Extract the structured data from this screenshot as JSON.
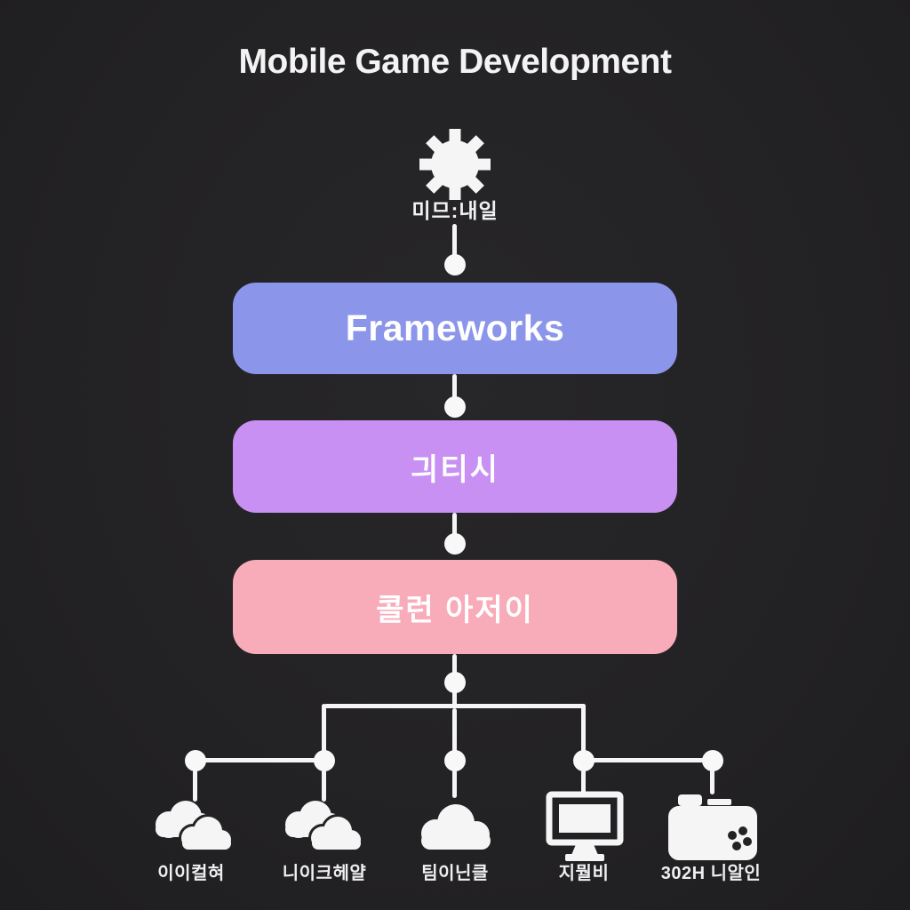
{
  "title": "Mobile Game Development",
  "root_node": {
    "icon": "gear-icon",
    "label": "미므:내일"
  },
  "boxes": [
    {
      "label": "Frameworks",
      "color": "#8b95e9"
    },
    {
      "label": "긔티시",
      "color": "#c890f2"
    },
    {
      "label": "콜런 아저이",
      "color": "#f8abb9"
    }
  ],
  "leaves": [
    {
      "icon": "cloud-double-icon",
      "label": "이이컬혀"
    },
    {
      "icon": "cloud-double-icon",
      "label": "니이크헤얄"
    },
    {
      "icon": "cloud-icon",
      "label": "팀이닌클"
    },
    {
      "icon": "monitor-icon",
      "label": "지뭘비"
    },
    {
      "icon": "game-console-icon",
      "label": "302H 니알인"
    }
  ],
  "colors": {
    "background": "#232224",
    "line": "#f6f5f6",
    "text": "#ffffff"
  }
}
